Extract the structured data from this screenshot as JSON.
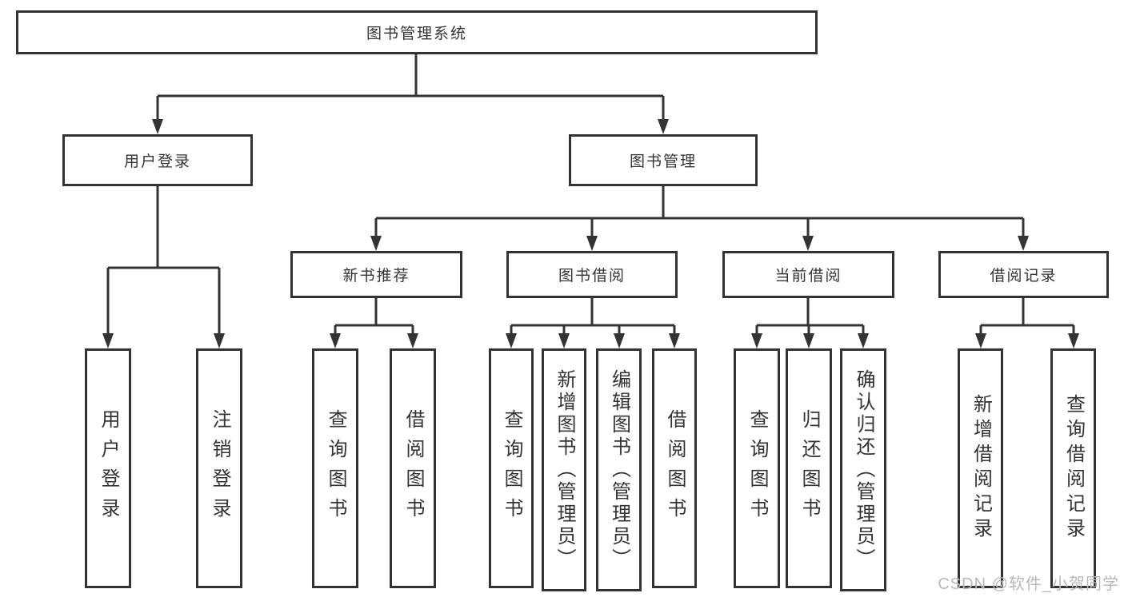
{
  "app": {
    "title": "图书管理系统"
  },
  "tree": {
    "root": "图书管理系统",
    "branches": [
      {
        "label": "用户登录",
        "children": [
          "用户登录",
          "注销登录"
        ]
      },
      {
        "label": "图书管理",
        "groups": [
          {
            "label": "新书推荐",
            "children": [
              "查询图书",
              "借阅图书"
            ]
          },
          {
            "label": "图书借阅",
            "children": [
              "查询图书",
              "新增图书（管理员）",
              "编辑图书（管理员）",
              "借阅图书"
            ]
          },
          {
            "label": "当前借阅",
            "children": [
              "查询图书",
              "归还图书",
              "确认归还（管理员）"
            ]
          },
          {
            "label": "借阅记录",
            "children": [
              "新增借阅记录",
              "查询借阅记录"
            ]
          }
        ]
      }
    ]
  },
  "watermark": "CSDN @软件_小贺同学",
  "colors": {
    "line": "#333333",
    "text": "#333333",
    "watermark": "#b9b9b9",
    "background": "#ffffff"
  }
}
